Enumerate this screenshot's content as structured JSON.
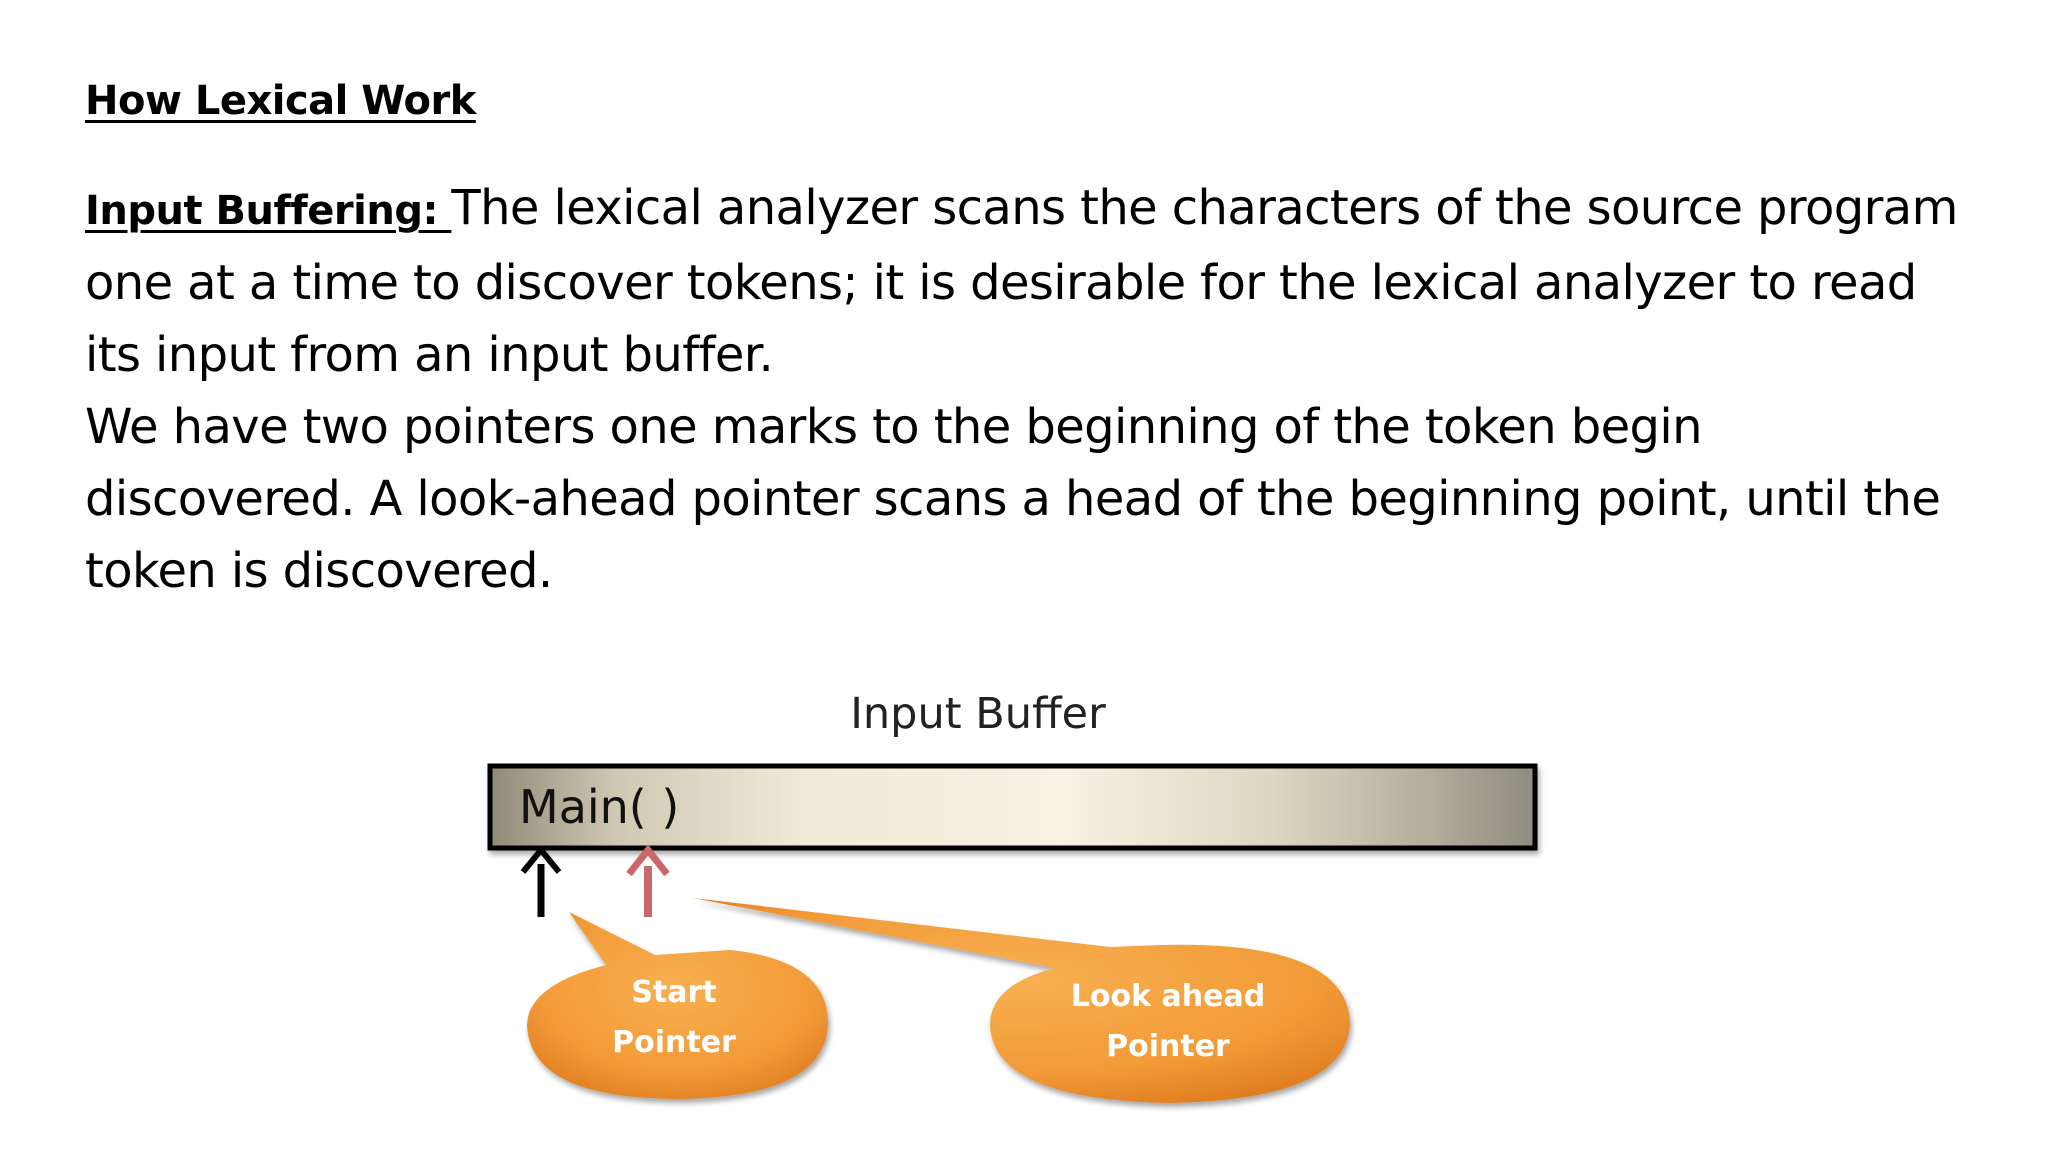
{
  "slide": {
    "title": "How Lexical Work"
  },
  "content": {
    "input_buffering_label": "Input Buffering: ",
    "paragraph1": "The lexical analyzer scans the characters of the source program one at a time to discover tokens; it is desirable for the lexical analyzer to read its input from an input buffer.",
    "paragraph2": "We have two pointers one marks to the beginning of the token begin discovered. A look-ahead pointer scans a head of the beginning point, until the token is discovered."
  },
  "diagram": {
    "title": "Input Buffer",
    "buffer_text": "Main( )",
    "start_pointer": {
      "line1": "Start",
      "line2": "Pointer"
    },
    "lookahead_pointer": {
      "line1": "Look ahead",
      "line2": "Pointer"
    },
    "colors": {
      "callout": "#f39a3a",
      "start_arrow": "#000000",
      "lookahead_arrow": "#c9686b"
    }
  }
}
